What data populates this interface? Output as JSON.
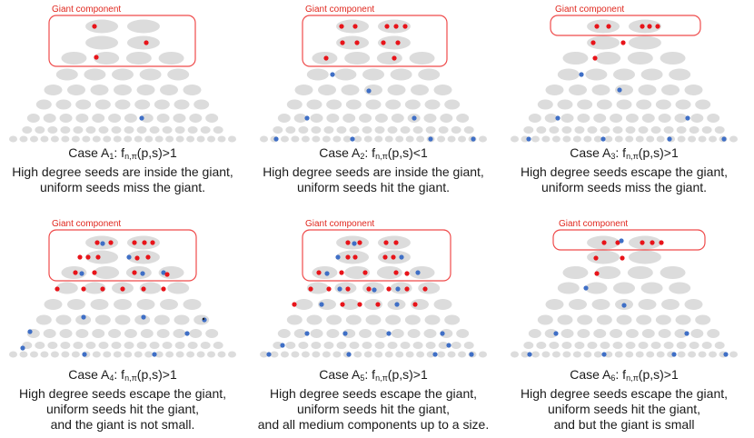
{
  "colors": {
    "blob": "#dcdcdc",
    "giant_box": "#ef4b4b",
    "giant_label": "#e0281f",
    "high_degree_seed": "#e8141a",
    "uniform_seed": "#3f6fc6",
    "text": "#1a1a1a"
  },
  "legend": {
    "high_degree_seed_color": "red",
    "uniform_seed_color": "blue"
  },
  "panels": [
    {
      "giant_label": "Giant component",
      "case_prefix": "Case A",
      "case_sub": "1",
      "formula_main": "f",
      "formula_sub": "n,π",
      "formula_tail": "(p,s)>1",
      "line2": "High degree seeds are inside the giant,",
      "line3": "uniform seeds miss the giant.",
      "line4": ""
    },
    {
      "giant_label": "Giant component",
      "case_prefix": "Case A",
      "case_sub": "2",
      "formula_main": "f",
      "formula_sub": "n,π",
      "formula_tail": "(p,s)<1",
      "line2": "High degree seeds are inside the giant,",
      "line3": "uniform seeds hit the giant.",
      "line4": ""
    },
    {
      "giant_label": "Giant component",
      "case_prefix": "Case A",
      "case_sub": "3",
      "formula_main": "f",
      "formula_sub": "n,π",
      "formula_tail": "(p,s)>1",
      "line2": "High degree seeds escape the giant,",
      "line3": "uniform seeds miss the giant.",
      "line4": ""
    },
    {
      "giant_label": "Giant component",
      "case_prefix": "Case A",
      "case_sub": "4",
      "formula_main": "f",
      "formula_sub": "n,π",
      "formula_tail": "(p,s)>1",
      "line2": "High degree seeds escape the giant,",
      "line3": "uniform seeds hit the giant,",
      "line4": "and the giant is not small."
    },
    {
      "giant_label": "Giant component",
      "case_prefix": "Case A",
      "case_sub": "5",
      "formula_main": "f",
      "formula_sub": "n,π",
      "formula_tail": "(p,s)>1",
      "line2": "High degree seeds escape the giant,",
      "line3": "uniform seeds hit the giant,",
      "line4": "and all medium components up to a size."
    },
    {
      "giant_label": "Giant component",
      "case_prefix": "Case A",
      "case_sub": "6",
      "formula_main": "f",
      "formula_sub": "n,π",
      "formula_tail": "(p,s)>1",
      "line2": "High degree seeds escape the giant,",
      "line3": "uniform seeds hit the giant,",
      "line4": "and but the giant is small"
    }
  ]
}
